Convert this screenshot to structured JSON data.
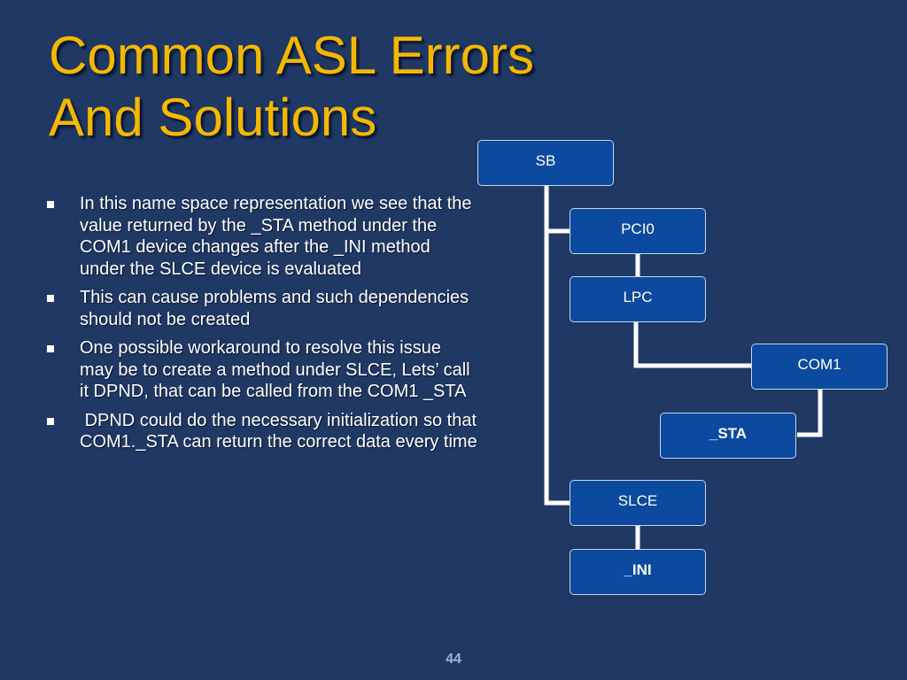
{
  "slide": {
    "title_lines": [
      "Common ASL Errors",
      "And Solutions"
    ],
    "bullets": [
      "In this name space representation we see that the value returned by the _STA method under the COM1 device changes after the _INI method under the SLCE device is evaluated",
      "This can cause problems and such dependencies should not be created",
      "One possible workaround to resolve this issue may be to create a method under SLCE, Lets’ call it DPND, that can be called from the COM1 _STA",
      " DPND could do the necessary initialization so that COM1._STA can return the correct data every time"
    ],
    "page_number": "44"
  },
  "diagram": {
    "nodes": {
      "sb": "SB",
      "pci0": "PCI0",
      "lpc": "LPC",
      "com1": "COM1",
      "sta": "_STA",
      "slce": "SLCE",
      "ini": "_INI"
    },
    "colors": {
      "background": "#1f3864",
      "title": "#f5b800",
      "node_fill": "#0b4a9f",
      "connector": "#ffffff"
    }
  }
}
